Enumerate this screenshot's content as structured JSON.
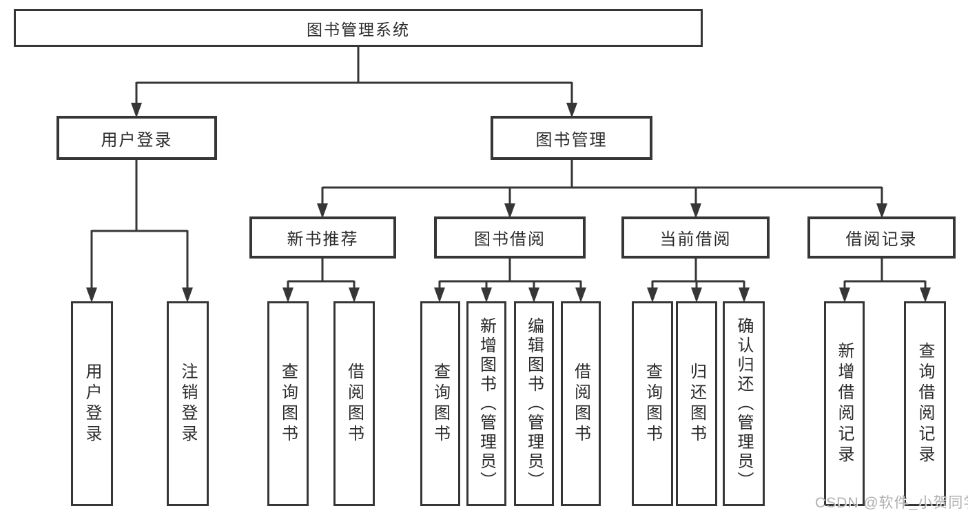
{
  "diagram": {
    "root": {
      "label": "图书管理系统"
    },
    "level2": {
      "login": {
        "label": "用户登录"
      },
      "book_mgmt": {
        "label": "图书管理"
      }
    },
    "level3": {
      "new_books": {
        "label": "新书推荐"
      },
      "book_borrow": {
        "label": "图书借阅"
      },
      "current_borrow": {
        "label": "当前借阅"
      },
      "borrow_records": {
        "label": "借阅记录"
      }
    },
    "leaves": {
      "user_login": {
        "label": "用户登录"
      },
      "logout": {
        "label": "注销登录"
      },
      "nb_query_books": {
        "label": "查询图书"
      },
      "nb_borrow_books": {
        "label": "借阅图书"
      },
      "bb_query_books": {
        "label": "查询图书"
      },
      "bb_add_books": {
        "label": "新增图书（管理员）"
      },
      "bb_edit_books": {
        "label": "编辑图书（管理员）"
      },
      "bb_borrow_books": {
        "label": "借阅图书"
      },
      "cb_query_books": {
        "label": "查询图书"
      },
      "cb_return_books": {
        "label": "归还图书"
      },
      "cb_confirm_return": {
        "label": "确认归还（管理员）"
      },
      "br_add_record": {
        "label": "新增借阅记录"
      },
      "br_query_record": {
        "label": "查询借阅记录"
      }
    }
  },
  "watermark": {
    "text": "CSDN @软件_小贺同学"
  },
  "colors": {
    "line": "#363636",
    "text": "#2b2b2b",
    "background": "#ffffff"
  }
}
